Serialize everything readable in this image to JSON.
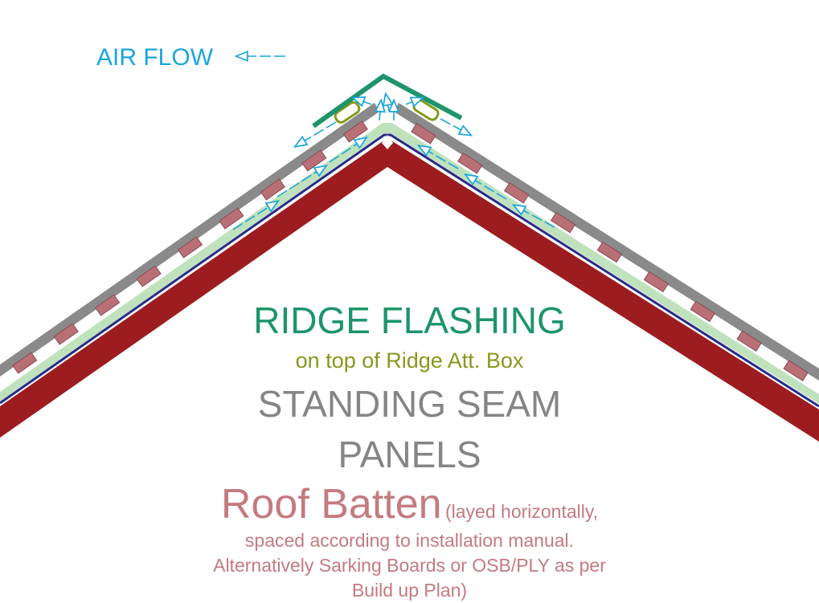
{
  "airflow": {
    "label": "AIR FLOW"
  },
  "labels": {
    "ridge_flashing": "RIDGE FLASHING",
    "ridge_flashing_sub": "on top of Ridge Att. Box",
    "panels_line1": "STANDING SEAM",
    "panels_line2": "PANELS",
    "batten_title": "Roof Batten",
    "batten_note_1": "(layed horizontally,",
    "batten_note_2": "spaced according to installation manual.",
    "batten_note_3": "Alternatively Sarking Boards or OSB/PLY as per",
    "batten_note_4": "Build up Plan)"
  },
  "colors": {
    "rafter": "#9c1c1f",
    "membrane": "#2a2a8a",
    "air_gap": "#bfe2bd",
    "panel": "#8a8a8a",
    "batten": "#b87076",
    "batten_edge": "#8a4a52",
    "ridge_flashing": "#1d9568",
    "ridge_box": "#849a1c",
    "airflow": "#1aa6dc"
  }
}
